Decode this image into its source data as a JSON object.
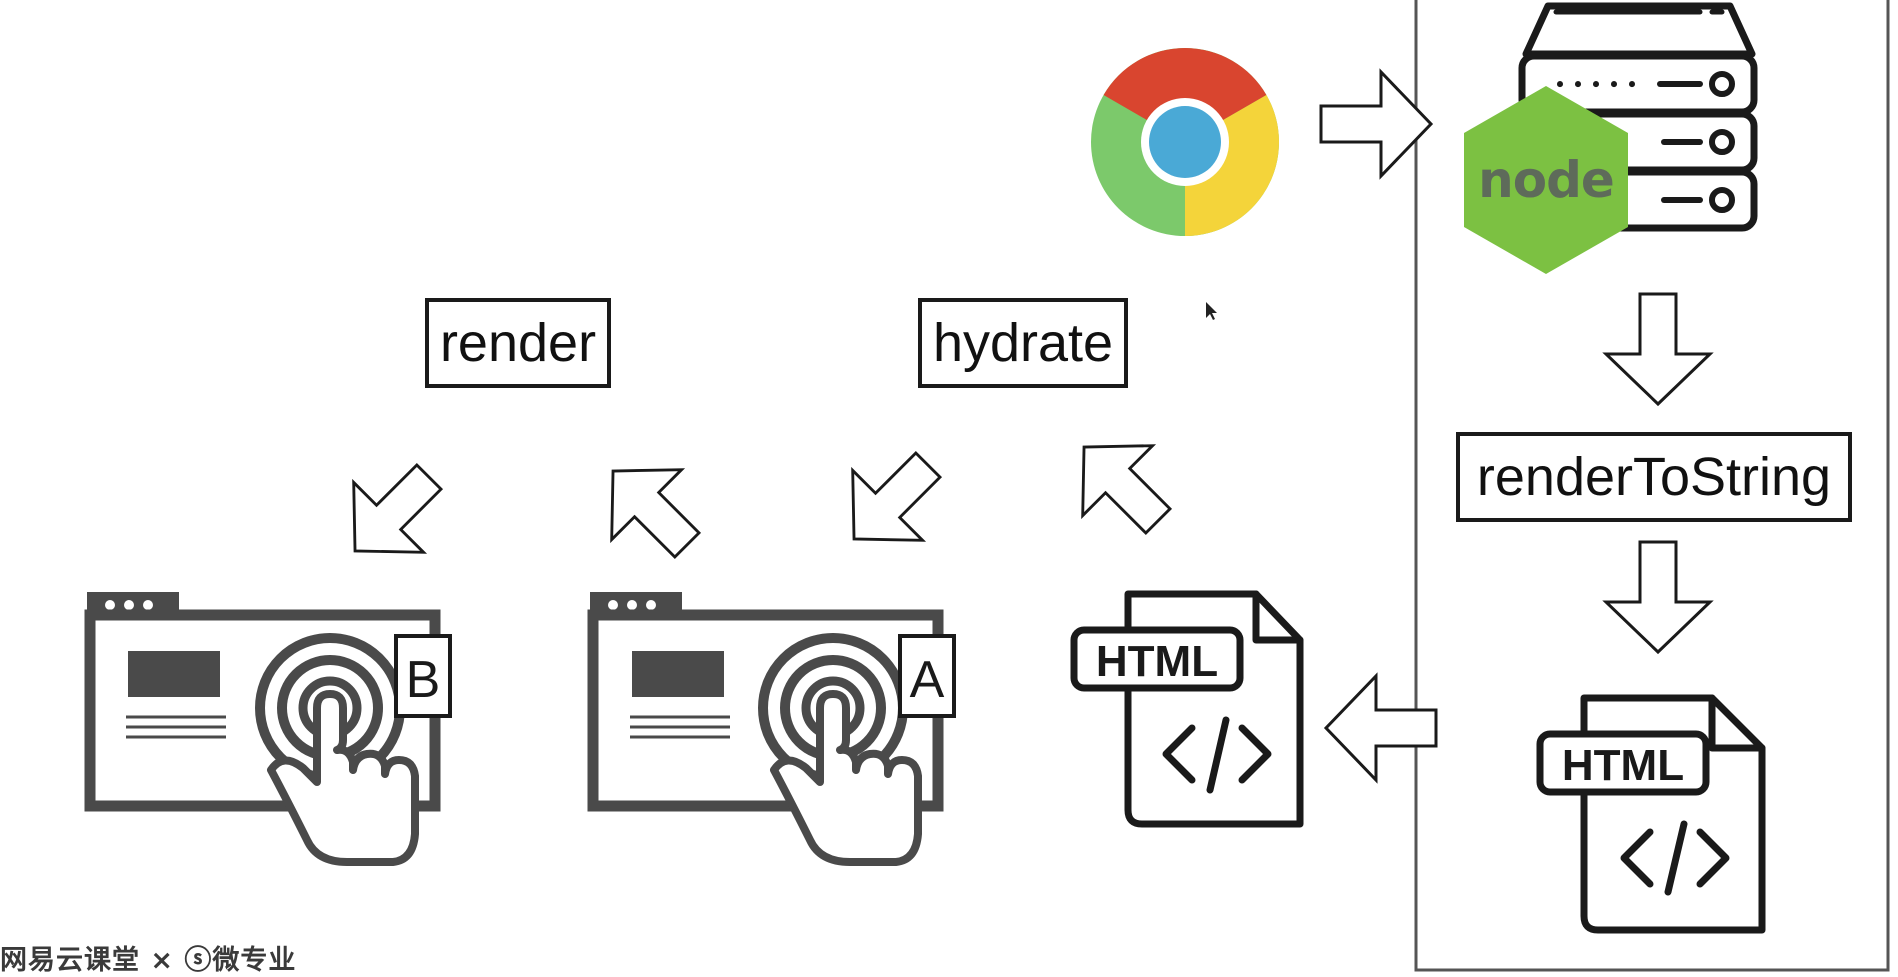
{
  "labels": {
    "render": "render",
    "hydrate": "hydrate",
    "render_to_string": "renderToString",
    "page_b_badge": "B",
    "page_a_badge": "A",
    "html_tag_left": "HTML",
    "html_tag_right": "HTML",
    "node_logo_text": "node"
  },
  "watermark": {
    "text": "网易云课堂 × ⓢ微专业"
  },
  "colors": {
    "stroke": "#1a1a1a",
    "node_green": "#7cc142",
    "chrome_red": "#d9452f",
    "chrome_yellow": "#f4d43a",
    "chrome_green": "#7cc96b",
    "chrome_blue": "#4aa9d6",
    "page_gray": "#4a4a4a"
  }
}
